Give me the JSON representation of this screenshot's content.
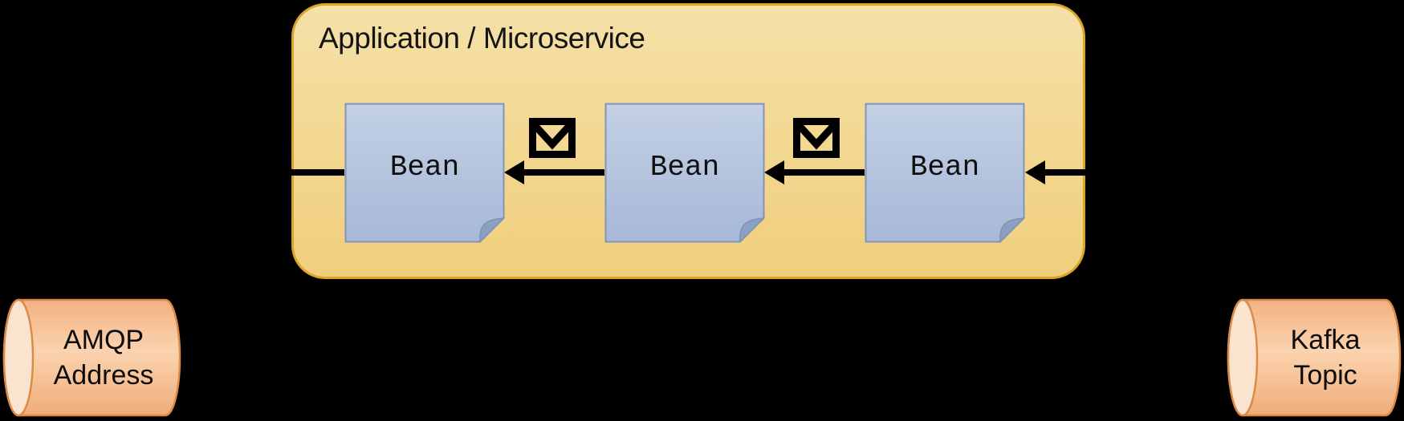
{
  "diagram": {
    "title": "Application / Microservice",
    "beans": [
      {
        "label": "Bean"
      },
      {
        "label": "Bean"
      },
      {
        "label": "Bean"
      }
    ],
    "cylinders": {
      "left": {
        "line1": "AMQP",
        "line2": "Address"
      },
      "right": {
        "line1": "Kafka",
        "line2": "Topic"
      }
    },
    "icons": {
      "envelope_count": 2,
      "arrow_direction": "right-to-left"
    },
    "colors": {
      "background": "#000000",
      "app_box_fill_top": "#F5E0A8",
      "app_box_fill_bottom": "#F0CE7C",
      "app_box_border": "#D9A62A",
      "bean_fill_top": "#C3D0E5",
      "bean_fill_bottom": "#A7B9D7",
      "bean_border": "#8295B8",
      "bean_fold": "#8CA0C3",
      "cylinder_fill_mid": "#FBD3AF",
      "cylinder_fill_edge": "#F2B183",
      "cylinder_border": "#DC8B46",
      "cylinder_cap_fill": "#FBE4CF",
      "connector": "#000000",
      "text": "#141414"
    }
  }
}
